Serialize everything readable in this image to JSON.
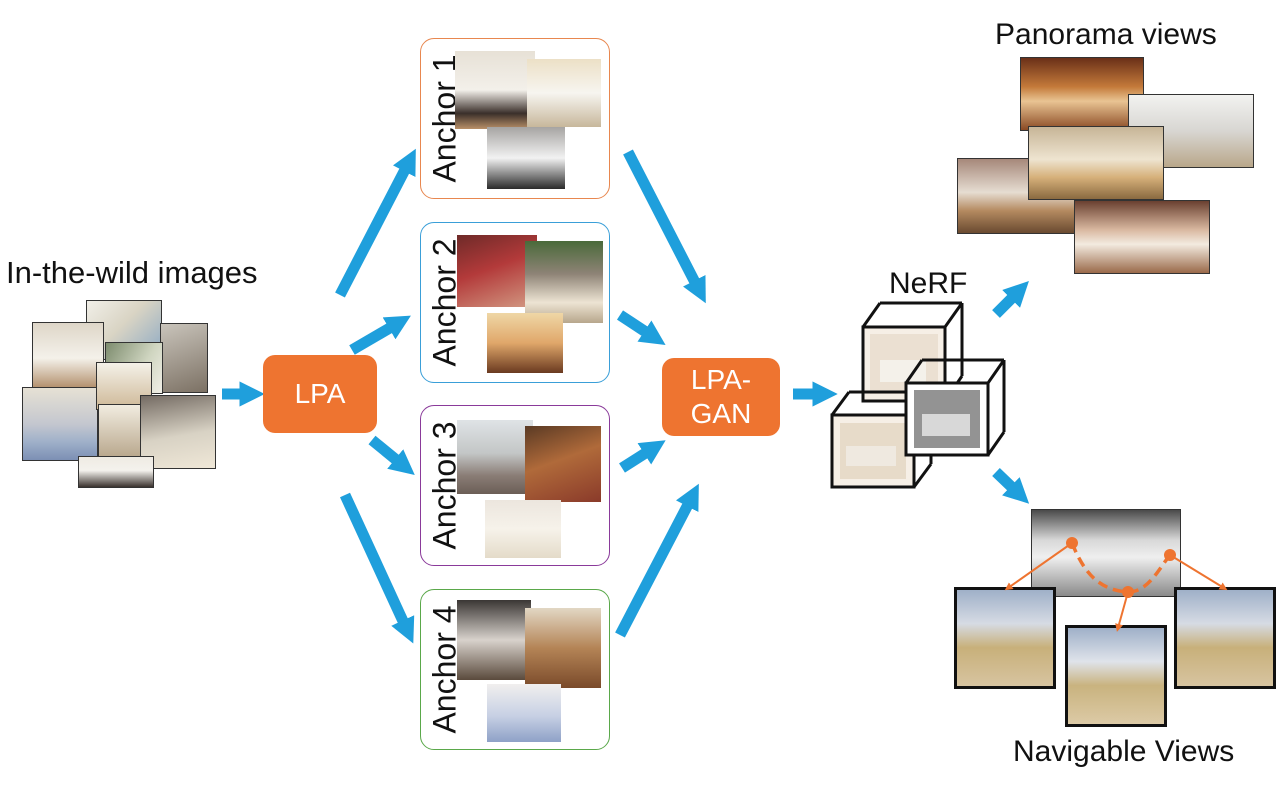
{
  "labels": {
    "in_the_wild": "In-the-wild images",
    "lpa": "LPA",
    "lpa_gan_line1": "LPA-",
    "lpa_gan_line2": "GAN",
    "nerf": "NeRF",
    "panorama": "Panorama views",
    "navigable": "Navigable Views"
  },
  "anchors": [
    {
      "label": "Anchor 1",
      "color": "#e8874f"
    },
    {
      "label": "Anchor 2",
      "color": "#3a9fd8"
    },
    {
      "label": "Anchor 3",
      "color": "#8a3a9a"
    },
    {
      "label": "Anchor 4",
      "color": "#5aa84a"
    }
  ],
  "colors": {
    "arrow": "#1f9fdc",
    "process_box": "#ee7430",
    "path": "#ee7430"
  }
}
